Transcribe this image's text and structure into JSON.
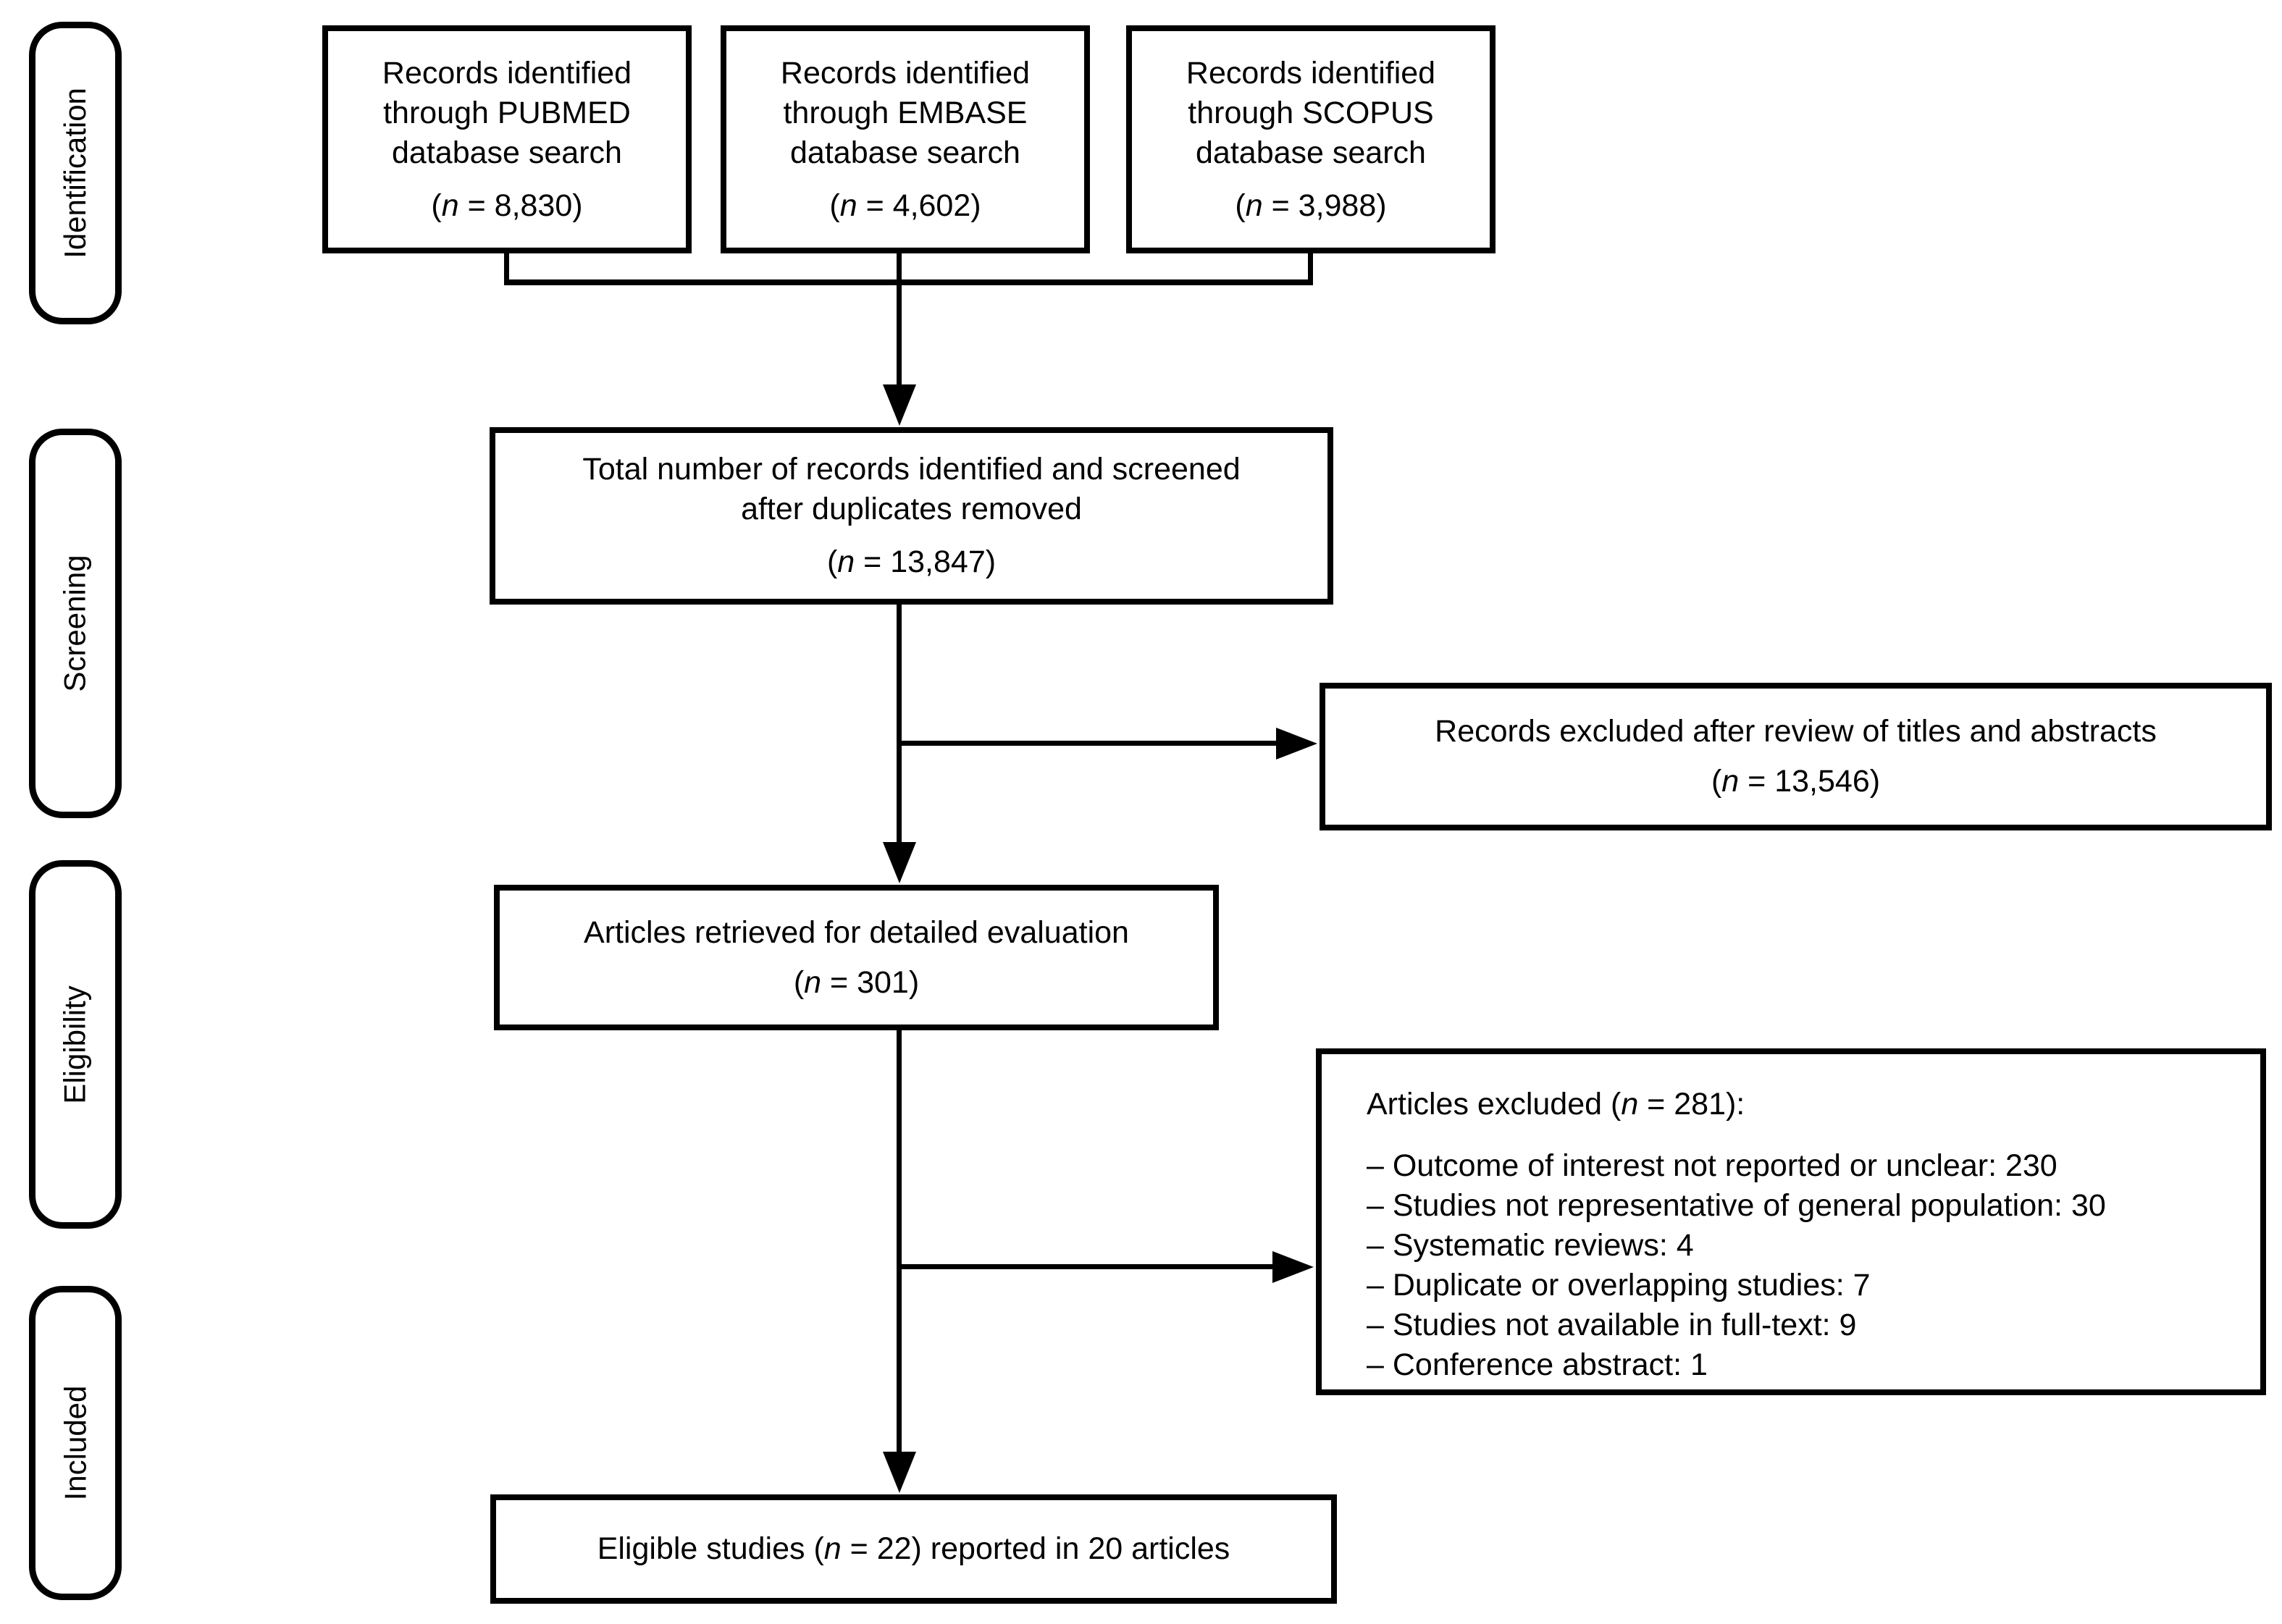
{
  "stages": [
    {
      "label": "Identification"
    },
    {
      "label": "Screening"
    },
    {
      "label": "Eligibility"
    },
    {
      "label": "Included"
    }
  ],
  "boxes": {
    "pubmed": {
      "lines": [
        "Records identified",
        "through PUBMED",
        "database search"
      ],
      "count": "(n = 8,830)"
    },
    "embase": {
      "lines": [
        "Records identified",
        "through EMBASE",
        "database search"
      ],
      "count": "(n = 4,602)"
    },
    "scopus": {
      "lines": [
        "Records identified",
        "through SCOPUS",
        "database search"
      ],
      "count": "(n = 3,988)"
    },
    "screened": {
      "lines": [
        "Total number of records identified and screened",
        "after duplicates removed"
      ],
      "count": "(n = 13,847)"
    },
    "excluded_titles": {
      "line": "Records excluded after review of titles and abstracts",
      "count": "(n = 13,546)"
    },
    "retrieved": {
      "line": "Articles retrieved for detailed evaluation",
      "count": "(n = 301)"
    },
    "excluded_articles": {
      "header": "Articles excluded (n = 281):",
      "reasons": [
        "– Outcome of interest not reported or unclear: 230",
        "– Studies not representative of general population: 30",
        "– Systematic reviews: 4",
        "– Duplicate or overlapping studies: 7",
        "– Studies not available in full-text: 9",
        "– Conference abstract: 1"
      ]
    },
    "eligible": {
      "text": "Eligible studies (n = 22) reported in 20 articles"
    }
  }
}
